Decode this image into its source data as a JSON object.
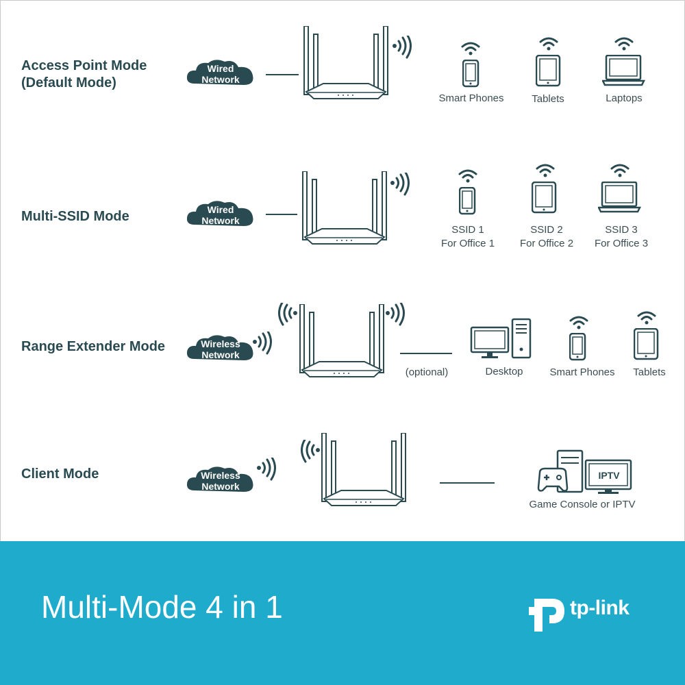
{
  "modes": [
    {
      "title_line1": "Access Point Mode",
      "title_line2": "(Default Mode)",
      "cloud_line1": "Wired",
      "cloud_line2": "Network",
      "devices": [
        "Smart Phones",
        "Tablets",
        "Laptops"
      ]
    },
    {
      "title_line1": "Multi-SSID Mode",
      "cloud_line1": "Wired",
      "cloud_line2": "Network",
      "devices": [
        {
          "line1": "SSID 1",
          "line2": "For Office 1"
        },
        {
          "line1": "SSID 2",
          "line2": "For Office 2"
        },
        {
          "line1": "SSID 3",
          "line2": "For Office 3"
        }
      ]
    },
    {
      "title_line1": "Range Extender Mode",
      "cloud_line1": "Wireless",
      "cloud_line2": "Network",
      "link_note": "(optional)",
      "devices": [
        "Desktop",
        "Smart Phones",
        "Tablets"
      ]
    },
    {
      "title_line1": "Client Mode",
      "cloud_line1": "Wireless",
      "cloud_line2": "Network",
      "device_screen_label": "IPTV",
      "devices": [
        "Game Console or IPTV"
      ]
    }
  ],
  "footer": {
    "title": "Multi-Mode 4 in 1",
    "brand": "tp-link"
  },
  "colors": {
    "ink": "#2a4a52",
    "footer_bg": "#1eabcc",
    "text_on_footer": "#ffffff"
  },
  "icons": [
    "router-icon",
    "wifi-icon",
    "signal-waves-icon",
    "phone-icon",
    "tablet-icon",
    "laptop-icon",
    "desktop-icon",
    "game-console-icon",
    "tv-icon",
    "tp-link-logo"
  ]
}
